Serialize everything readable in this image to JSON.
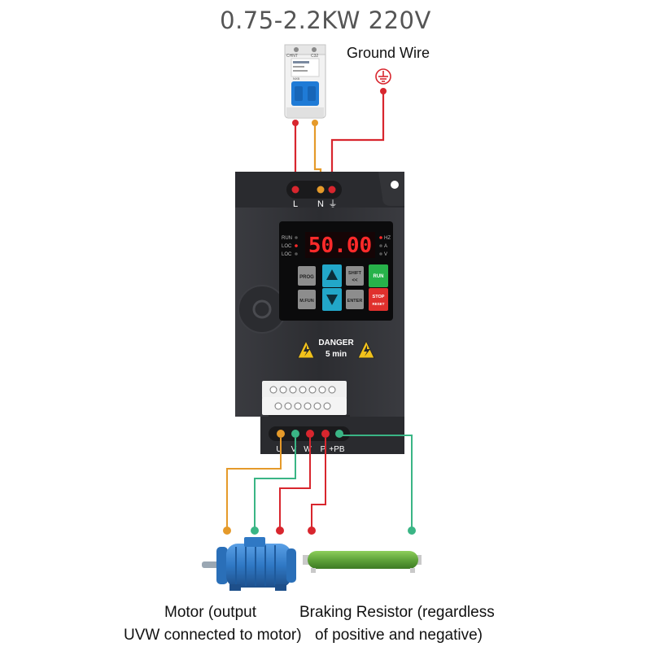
{
  "title": "0.75-2.2KW  220V",
  "ground": {
    "label": "Ground Wire"
  },
  "breaker": {
    "brand": "CHNT",
    "model": "NXB",
    "rating": "C32"
  },
  "inverter": {
    "input_terminals": [
      "L",
      "N",
      "⏚"
    ],
    "output_terminals": [
      "U",
      "V",
      "W",
      "P",
      "+PB"
    ],
    "display": {
      "value": "50.00",
      "left_indicators": [
        "RUN",
        "LOC",
        "LOC"
      ],
      "right_indicators": [
        "HZ",
        "A",
        "V"
      ]
    },
    "keys": {
      "prog": "PROG",
      "mfun": "M.FUN",
      "shift": "SHIFT",
      "shift_sub": "<<",
      "enter": "ENTER",
      "run": "RUN",
      "stop": "STOP",
      "reset": "RESET"
    },
    "warning": {
      "line1": "DANGER",
      "line2": "5 min"
    }
  },
  "captions": {
    "motor_line1": "Motor (output",
    "motor_line2": "UVW connected to motor)",
    "resistor_line1": "Braking Resistor (regardless",
    "resistor_line2": "of positive and negative)"
  },
  "colors": {
    "wire_red": "#d8262e",
    "wire_orange": "#e59a2a",
    "wire_green": "#3ab585",
    "inverter_body": "#2d2e32",
    "motor_blue": "#2f78c4",
    "resistor_green": "#5fa33a",
    "display_red": "#ff2a2a"
  }
}
